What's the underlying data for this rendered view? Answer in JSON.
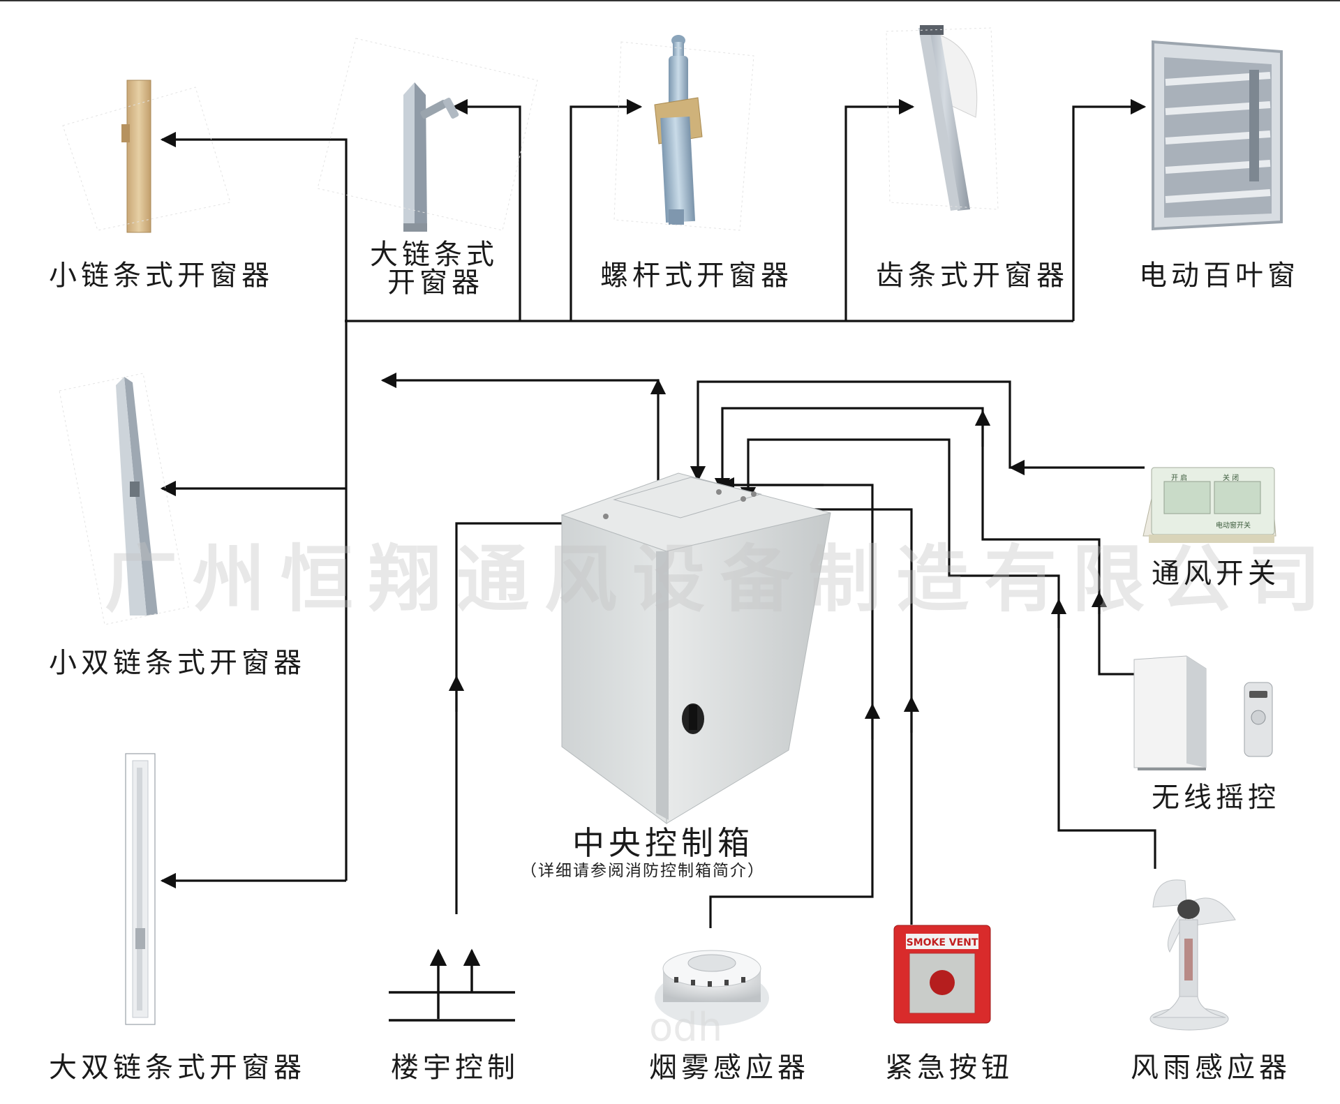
{
  "watermark": "广州恒翔通风设备制造有限公司",
  "watermark_partial": "odh",
  "colors": {
    "line": "#111111",
    "box_body": "#d9dcdc",
    "button_box_red": "#d92b2b",
    "opener_brass": "#d6b88a",
    "aluminium": "#bfc6ce"
  },
  "nodes": {
    "small_chain_opener": "小链条式开窗器",
    "large_chain_opener_line1": "大链条式",
    "large_chain_opener_line2": "开窗器",
    "screw_rod_opener": "螺杆式开窗器",
    "rack_opener": "齿条式开窗器",
    "electric_louver": "电动百叶窗",
    "small_double_chain_opener": "小双链条式开窗器",
    "large_double_chain_opener": "大双链条式开窗器",
    "control_box": "中央控制箱",
    "control_box_note": "（详细请参阅消防控制箱简介）",
    "ventilation_switch": "通风开关",
    "wireless_remote": "无线摇控",
    "building_control": "楼宇控制",
    "smoke_sensor": "烟雾感应器",
    "emergency_button": "紧急按钮",
    "wind_rain_sensor": "风雨感应器"
  },
  "device_text": {
    "smoke_vent_label": "SMOKE VENT",
    "switch_left": "开 启",
    "switch_right": "关 闭",
    "switch_caption": "电动窗开关"
  }
}
